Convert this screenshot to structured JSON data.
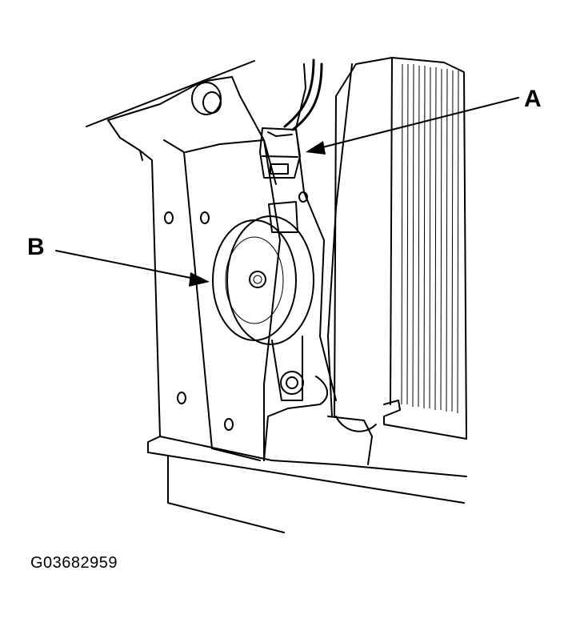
{
  "callouts": {
    "a": "A",
    "b": "B"
  },
  "figure_id": "G03682959",
  "colors": {
    "line": "#000000",
    "background": "#ffffff"
  }
}
